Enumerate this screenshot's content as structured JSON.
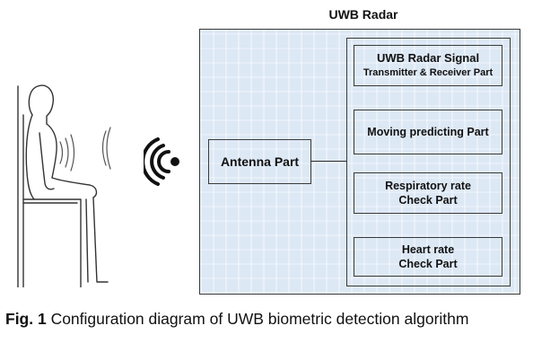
{
  "diagram": {
    "radar_title": "UWB Radar",
    "antenna_part": "Antenna Part",
    "parts": [
      {
        "line1": "UWB Radar Signal",
        "line2": "Transmitter & Receiver Part"
      },
      {
        "line1": "Moving predicting Part",
        "line2": ""
      },
      {
        "line1": "Respiratory rate",
        "line2": "Check Part"
      },
      {
        "line1": "Heart rate",
        "line2": "Check Part"
      }
    ]
  },
  "caption": {
    "label": "Fig. 1",
    "text": " Configuration diagram of UWB biometric detection algorithm"
  },
  "icons": {
    "person": "seated-person-icon",
    "signal": "wireless-signal-icon"
  },
  "colors": {
    "radar_fill": "#dde8f5",
    "stroke": "#2a2a2a"
  }
}
